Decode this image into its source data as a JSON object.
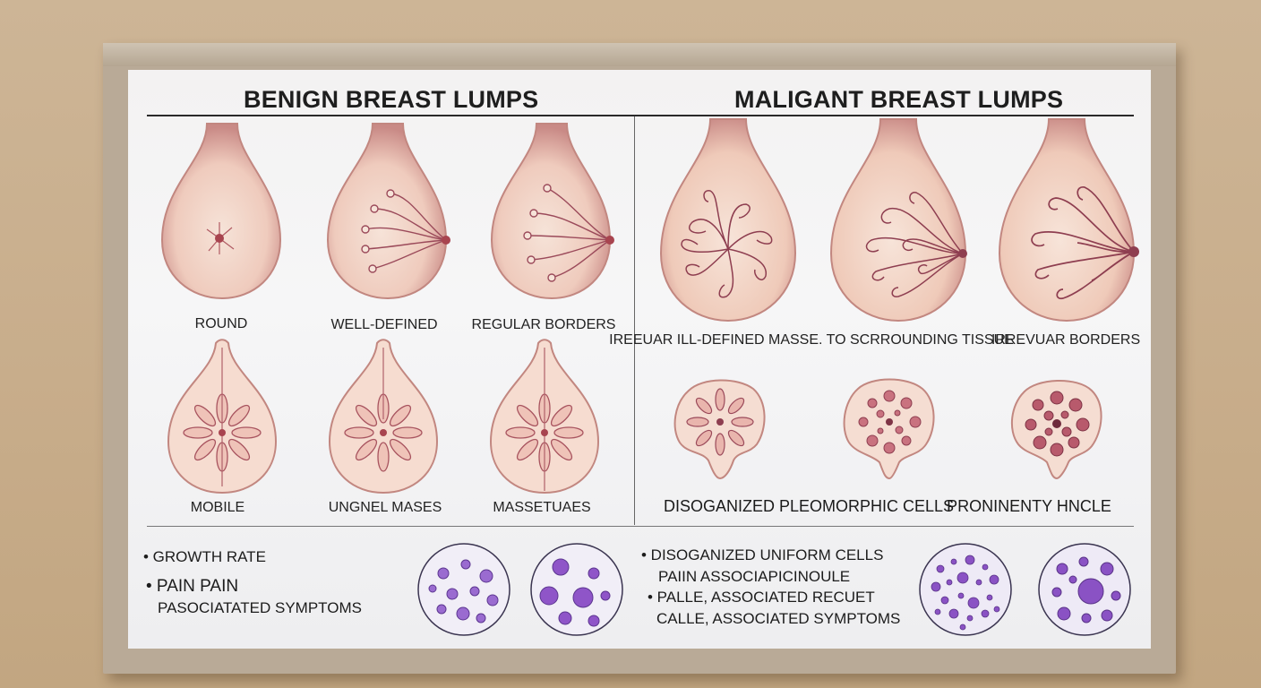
{
  "benign": {
    "heading": "BENIGN BREAST LUMPS",
    "row1_labels": [
      "ROUND",
      "WELL-DEFINED",
      "REGULAR BORDERS"
    ],
    "row2_labels": [
      "MOBILE",
      "UNGNEL MASES",
      "MASSETUAES"
    ],
    "bullets": [
      "• GROWTH RATE",
      "• PAIN PAIN",
      "PASOCIATATED SYMPTOMS"
    ]
  },
  "malignant": {
    "heading": "MALIGANT BREAST LUMPS",
    "row1_labels": [
      "IREEUAR ILL-DEFINED MASSE. TO SCRROUNDING TISSUE",
      "IRREVUAR BORDERS"
    ],
    "row2_labels": [
      "DISOGANIZED PLEOMORPHIC CELLS",
      "PRONINENTY HNCLE"
    ],
    "bullets": [
      "• DISOGANIZED UNIFORM CELLS",
      "PAIIN ASSOCIAPICINOULE",
      "• PALLE, ASSOCIATED RECUET",
      "CALLE, ASSOCIATED SYMPTOMS"
    ]
  },
  "colors": {
    "tissue": "#f1d2c4",
    "duct": "#9b4a5a",
    "cell_stain": "#8a52c4",
    "frame": "#b9aa97",
    "wall": "#cdb596"
  }
}
